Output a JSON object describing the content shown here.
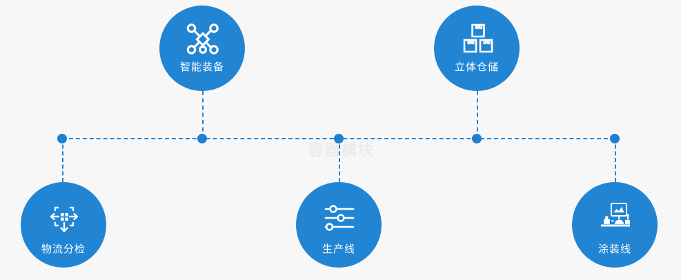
{
  "diagram": {
    "background_color": "#f7f7f7",
    "accent_color": "#2285d4",
    "line_color": "#2585d6",
    "node_color": "#1f7fd0",
    "watermark": "容器模块",
    "nodes": [
      {
        "name": "logistics-sorting",
        "label": "物流分检",
        "icon": "sorting-arrows-icon",
        "position": "bottom"
      },
      {
        "name": "intelligent-equipment",
        "label": "智能装备",
        "icon": "network-nodes-icon",
        "position": "top"
      },
      {
        "name": "production-line",
        "label": "生产线",
        "icon": "sliders-icon",
        "position": "bottom"
      },
      {
        "name": "stereoscopic-warehouse",
        "label": "立体仓储",
        "icon": "stacked-boxes-icon",
        "position": "top"
      },
      {
        "name": "painting-line",
        "label": "涂装线",
        "icon": "factory-monitor-icon",
        "position": "bottom"
      }
    ]
  }
}
